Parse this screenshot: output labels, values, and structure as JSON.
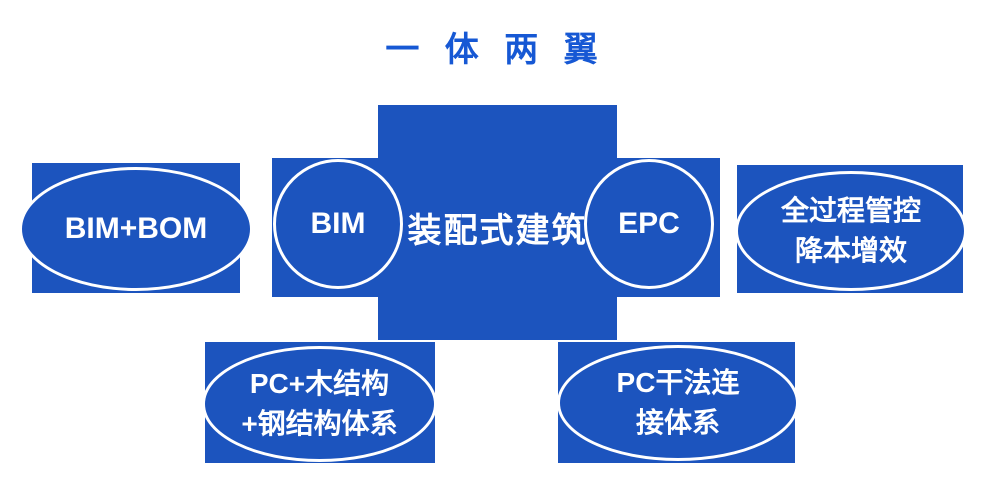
{
  "title": "一 体 两 翼",
  "colors": {
    "shape_blue": "#1C54BE",
    "title_blue": "#1658D4",
    "text_white": "#FFFFFF"
  },
  "diagram": {
    "center": {
      "label": "装配式建筑"
    },
    "left_outer_ellipse": {
      "label": "BIM+BOM"
    },
    "left_circle": {
      "label": "BIM"
    },
    "right_circle": {
      "label": "EPC"
    },
    "right_outer_ellipse": {
      "lines": [
        "全过程管控",
        "降本增效"
      ]
    },
    "bottom_left_ellipse": {
      "lines": [
        "PC+木结构",
        "+钢结构体系"
      ]
    },
    "bottom_right_ellipse": {
      "lines": [
        "PC干法连",
        "接体系"
      ]
    }
  }
}
